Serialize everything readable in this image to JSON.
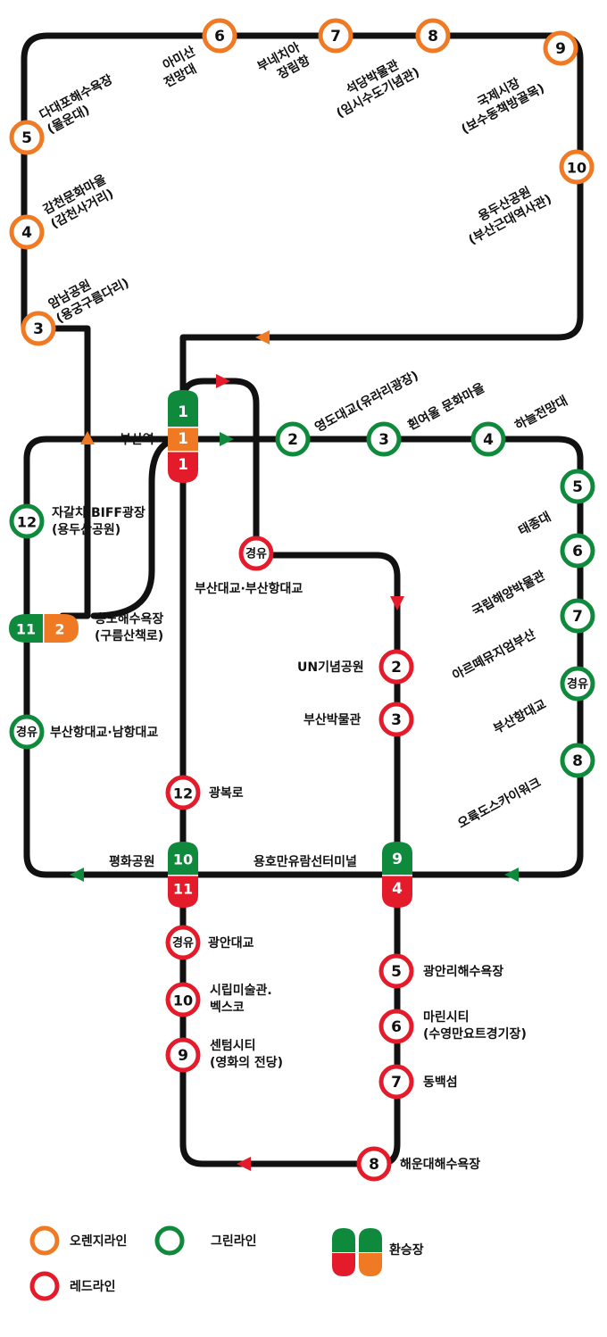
{
  "colors": {
    "orange": "#f07a23",
    "green": "#0f8a3c",
    "red": "#e31b2a",
    "track": "#111111"
  },
  "legend": {
    "orange_line": "오렌지라인",
    "green_line": "그린라인",
    "red_line": "레드라인",
    "transfer": "환승장"
  },
  "stops": {
    "o3": {
      "num": "3",
      "name": "암남공원",
      "sub": "(용궁구름다리)"
    },
    "o4": {
      "num": "4",
      "name": "감천문화마을",
      "sub": "(감천사거리)"
    },
    "o5": {
      "num": "5",
      "name": "다대포해수욕장",
      "sub": "(몰운대)"
    },
    "o6": {
      "num": "6",
      "name": "아미산",
      "sub": "전망대"
    },
    "o7": {
      "num": "7",
      "name": "부네치아",
      "sub": "장림항"
    },
    "o8": {
      "num": "8",
      "name": "석당박물관",
      "sub": "(임시수도기념관)"
    },
    "o9": {
      "num": "9",
      "name": "국제시장",
      "sub": "(보수동책방골목)"
    },
    "o10": {
      "num": "10",
      "name": "용두산공원",
      "sub": "(부산근대역사관)"
    },
    "o2": {
      "num": "2"
    },
    "g1": {
      "num": "1"
    },
    "o1": {
      "num": "1"
    },
    "r1": {
      "num": "1"
    },
    "busan_station": "부산역",
    "g2": {
      "num": "2",
      "name": "영도대교(유라리광장)"
    },
    "g3": {
      "num": "3",
      "name": "흰여울 문화마을"
    },
    "g4": {
      "num": "4",
      "name": "하늘전망대"
    },
    "g5": {
      "num": "5",
      "name": "태종대"
    },
    "g6": {
      "num": "6",
      "name": "국립해양박물관"
    },
    "g7": {
      "num": "7",
      "name": "아르떼뮤지엄부산"
    },
    "g_via": {
      "num": "경유",
      "name": "부산항대교"
    },
    "g8": {
      "num": "8",
      "name": "오륙도스카이워크"
    },
    "g12": {
      "num": "12",
      "name": "자갈치·BIFF광장",
      "sub": "(용두산공원)"
    },
    "g11": {
      "num": "11"
    },
    "songdo": {
      "name": "송도해수욕장",
      "sub": "(구름산책로)"
    },
    "g_via2": {
      "num": "경유",
      "name": "부산항대교·남항대교"
    },
    "g10": {
      "num": "10",
      "name": "평화공원"
    },
    "g9": {
      "num": "9",
      "name": "용호만유람선터미널"
    },
    "r_via1": {
      "num": "경유",
      "name": "부산대교·부산항대교"
    },
    "r2": {
      "num": "2",
      "name": "UN기념공원"
    },
    "r3": {
      "num": "3",
      "name": "부산박물관"
    },
    "r12": {
      "num": "12",
      "name": "광복로"
    },
    "r11": {
      "num": "11"
    },
    "r4": {
      "num": "4"
    },
    "r_via2": {
      "num": "경유",
      "name": "광안대교"
    },
    "r10": {
      "num": "10",
      "name": "시립미술관.",
      "sub": "벡스코"
    },
    "r9": {
      "num": "9",
      "name": "센텀시티",
      "sub": "(영화의 전당)"
    },
    "r5": {
      "num": "5",
      "name": "광안리해수욕장"
    },
    "r6": {
      "num": "6",
      "name": "마린시티",
      "sub": "(수영만요트경기장)"
    },
    "r7": {
      "num": "7",
      "name": "동백섬"
    },
    "r8": {
      "num": "8",
      "name": "해운대해수욕장"
    }
  }
}
